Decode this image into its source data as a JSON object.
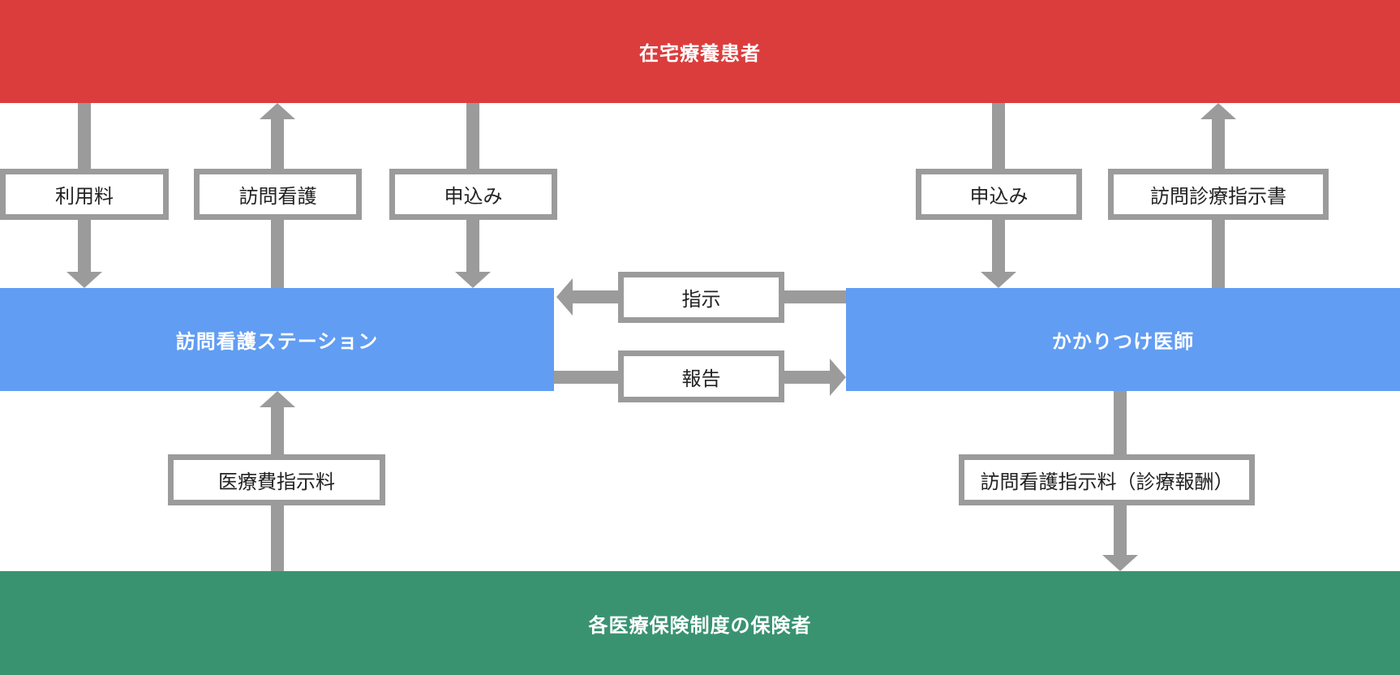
{
  "diagram": {
    "nodes": {
      "patient": "在宅療養患者",
      "nursing_station": "訪問看護ステーション",
      "family_doctor": "かかりつけ医師",
      "insurer": "各医療保険制度の保険者"
    },
    "labels": {
      "usage_fee": "利用料",
      "visiting_nursing": "訪問看護",
      "application_left": "申込み",
      "application_right": "申込み",
      "visiting_care_directive": "訪問診療指示書",
      "instruction": "指示",
      "report": "報告",
      "medical_fee_instruction_fee": "医療費指示料",
      "nursing_instruction_fee": "訪問看護指示料（診療報酬）"
    },
    "colors": {
      "patient_red": "#DB3D3D",
      "entity_blue": "#619DF3",
      "insurer_green": "#399371",
      "arrow_gray": "#9B9B9B",
      "label_border_gray": "#9B9B9B",
      "label_text": "#222222"
    }
  }
}
